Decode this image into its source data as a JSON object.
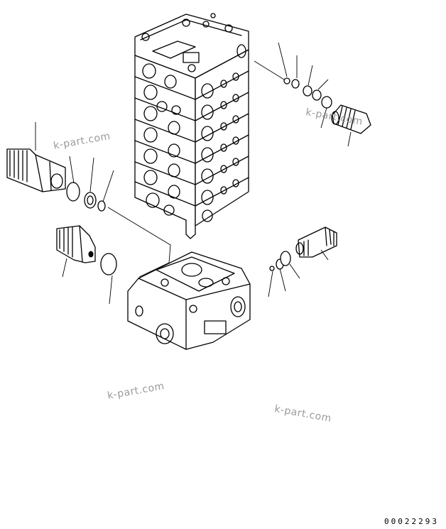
{
  "watermarks": [
    "k-part.com",
    "k-part.com",
    "k-part.com",
    "k-part.com"
  ],
  "figure_code": "00022293",
  "parts": {
    "valve_stack": "valve-block-stack",
    "housing": "valve-housing",
    "relief_valves": [
      "relief-valve-upper-right",
      "relief-valve-left",
      "relief-valve-lower-left",
      "relief-valve-lower-right"
    ],
    "seals": "o-rings-and-backup-rings"
  }
}
